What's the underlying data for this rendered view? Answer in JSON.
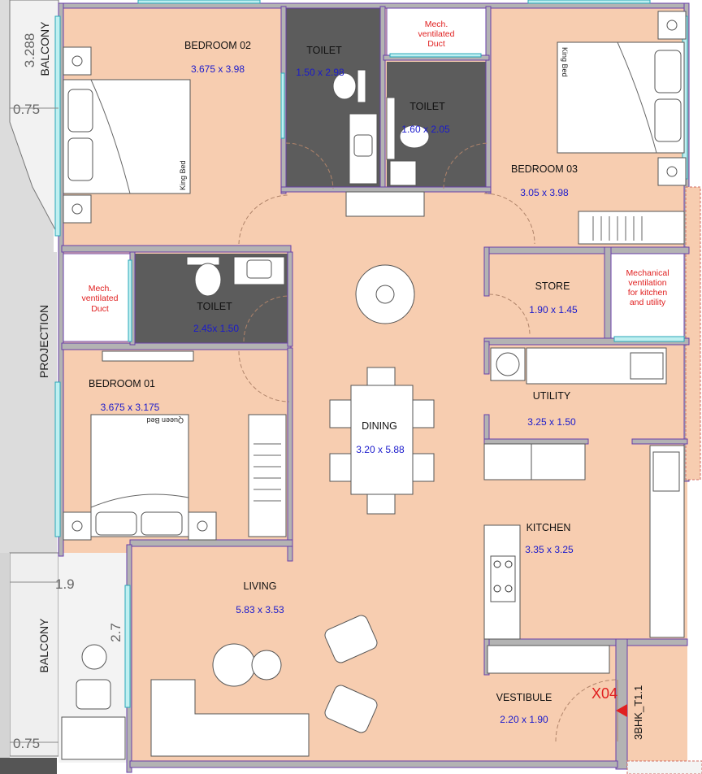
{
  "rooms": {
    "bedroom02": {
      "name": "BEDROOM 02",
      "dims": "3.675 x 3.98"
    },
    "toilet_a": {
      "name": "TOILET",
      "dims": "1.50 x 2.98"
    },
    "toilet_b": {
      "name": "TOILET",
      "dims": "1.60 x 2.05"
    },
    "bedroom03": {
      "name": "BEDROOM 03",
      "dims": "3.05 x 3.98"
    },
    "toilet_c": {
      "name": "TOILET",
      "dims": "2.45x 1.50"
    },
    "bedroom01": {
      "name": "BEDROOM 01",
      "dims": "3.675 x 3.175"
    },
    "dining": {
      "name": "DINING",
      "dims": "3.20 x 5.88"
    },
    "store": {
      "name": "STORE",
      "dims": "1.90 x 1.45"
    },
    "utility": {
      "name": "UTILITY",
      "dims": "3.25 x 1.50"
    },
    "kitchen": {
      "name": "KITCHEN",
      "dims": "3.35 x 3.25"
    },
    "living": {
      "name": "LIVING",
      "dims": "5.83 x 3.53"
    },
    "vestibule": {
      "name": "VESTIBULE",
      "dims": "2.20 x 1.90"
    }
  },
  "notes": {
    "duct_top_1": "Mech.",
    "duct_top_2": "ventilated",
    "duct_top_3": "Duct",
    "duct_left_1": "Mech.",
    "duct_left_2": "ventilated",
    "duct_left_3": "Duct",
    "mech_1": "Mechanical",
    "mech_2": "ventilation",
    "mech_3": "for kitchen",
    "mech_4": "and utility"
  },
  "furniture": {
    "king_bed_a": "King Bed",
    "king_bed_b": "King Bed",
    "queen_bed": "Queen Bed"
  },
  "outside": {
    "balcony_top": "BALCONY",
    "balcony_bottom": "BALCONY",
    "projection": "PROJECTION",
    "dim_3288": "3.288",
    "dim_075_top": "0.75",
    "dim_19": "1.9",
    "dim_27": "2.7",
    "dim_075_bottom": "0.75"
  },
  "tags": {
    "marker": "X04",
    "unit_code": "3BHK_T1.1"
  },
  "colors": {
    "floor": "#f7cdb0",
    "wet_area": "#5c5c5c",
    "wall": "#b3b3b3",
    "duct_text": "#e02020",
    "dimension_text": "#1a1acc"
  }
}
